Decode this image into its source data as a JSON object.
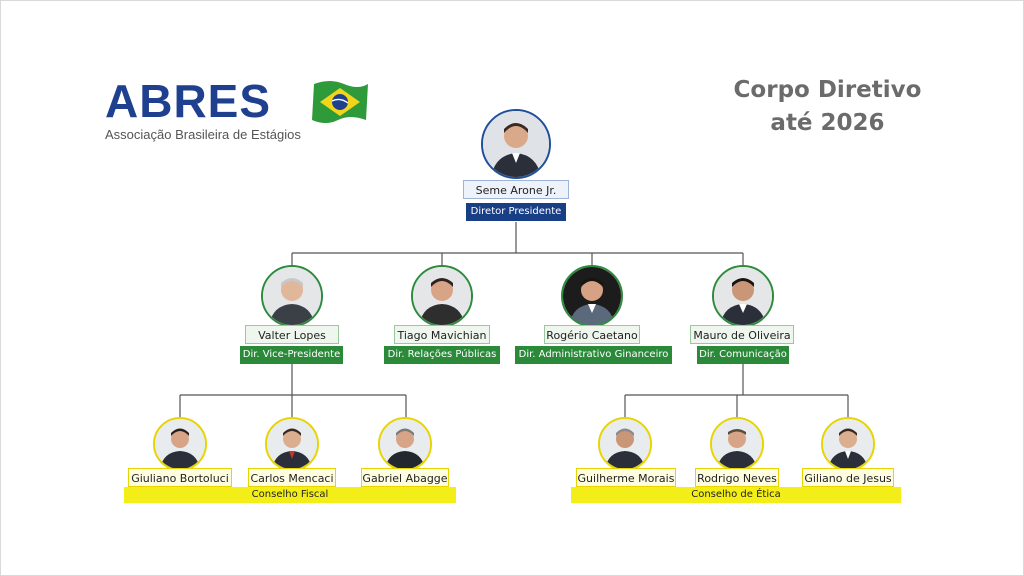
{
  "logo": {
    "wordmark": "ABRES",
    "subtitle": "Associação Brasileira de Estágios"
  },
  "title": {
    "line1": "Corpo Diretivo",
    "line2": "até 2026"
  },
  "colors": {
    "blue": "#183f86",
    "green": "#2b8a3a",
    "yellow": "#f4ee18",
    "title": "#6b6b6b"
  },
  "president": {
    "name": "Seme Arone Jr.",
    "role": "Diretor Presidente"
  },
  "directors": [
    {
      "name": "Valter Lopes",
      "role": "Dir. Vice-Presidente"
    },
    {
      "name": "Tiago Mavichian",
      "role": "Dir. Relações Públicas"
    },
    {
      "name": "Rogério Caetano",
      "role": "Dir. Administrativo Ginanceiro"
    },
    {
      "name": "Mauro de Oliveira",
      "role": "Dir. Comunicação"
    }
  ],
  "councils": [
    {
      "label": "Conselho Fiscal",
      "members": [
        "Giuliano Bortoluci",
        "Carlos Mencaci",
        "Gabriel Abagge"
      ]
    },
    {
      "label": "Conselho de Ética",
      "members": [
        "Guilherme Morais",
        "Rodrigo Neves",
        "Giliano de Jesus"
      ]
    }
  ]
}
